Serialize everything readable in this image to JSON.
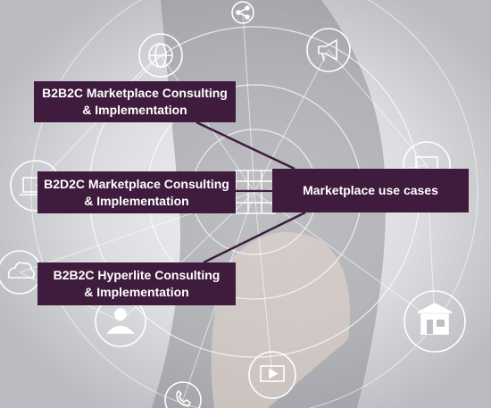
{
  "diagram": {
    "center": {
      "label": "Marketplace use cases"
    },
    "nodes": [
      {
        "line1": "B2B2C Marketplace Consulting",
        "line2": "& Implementation"
      },
      {
        "line1": "B2D2C Marketplace Consulting",
        "line2": "& Implementation"
      },
      {
        "line1": "B2B2C Hyperlite Consulting",
        "line2": "& Implementation"
      }
    ]
  },
  "colors": {
    "box_fill": "#3f1c3d",
    "box_text": "#ffffff",
    "connector": "#3f1c3d",
    "background": "#d9dadd"
  },
  "background_icons": [
    "share-icon",
    "globe-icon",
    "megaphone-icon",
    "laptop-icon",
    "calendar-grid-icon",
    "cloud-icon",
    "person-icon",
    "storefront-icon",
    "video-play-icon",
    "phone-icon"
  ]
}
